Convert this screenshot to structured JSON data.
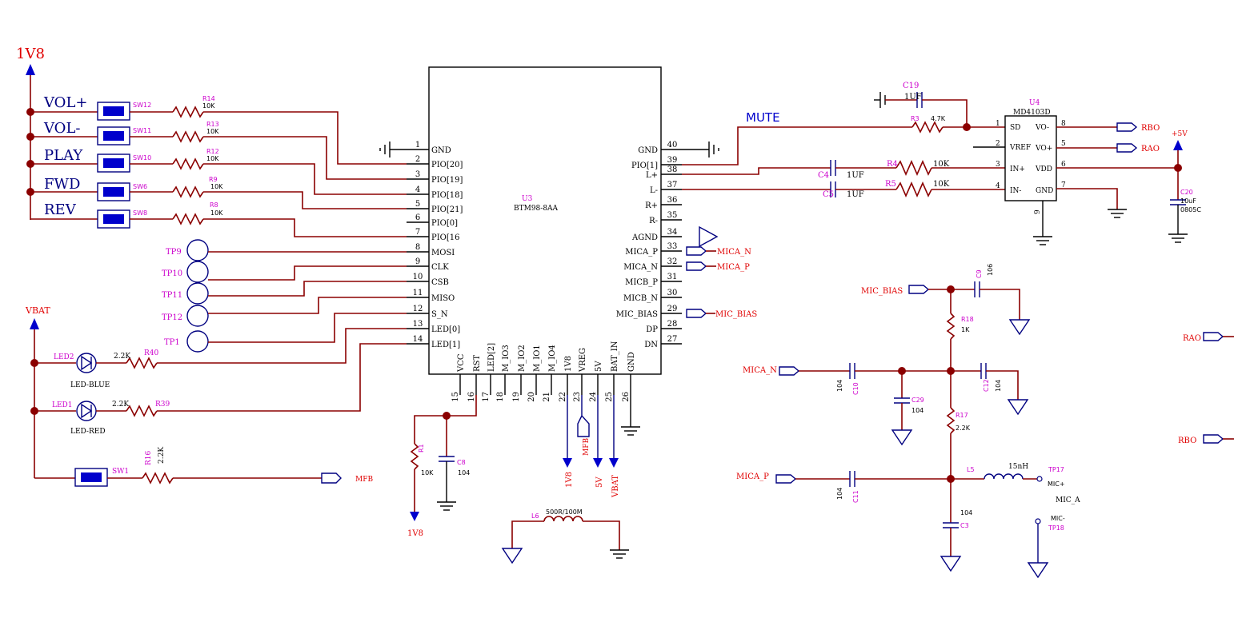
{
  "rails": {
    "v1v8": "1V8",
    "vbat": "VBAT",
    "p5v": "+5V"
  },
  "buttons": [
    {
      "label": "VOL+",
      "sw": "SW12",
      "r": "R14",
      "rv": "10K"
    },
    {
      "label": "VOL-",
      "sw": "SW11",
      "r": "R13",
      "rv": "10K"
    },
    {
      "label": "PLAY",
      "sw": "SW10",
      "r": "R12",
      "rv": "10K"
    },
    {
      "label": "FWD",
      "sw": "SW6",
      "r": "R9",
      "rv": "10K"
    },
    {
      "label": "REV",
      "sw": "SW8",
      "r": "R8",
      "rv": "10K"
    }
  ],
  "tps": [
    "TP9",
    "TP10",
    "TP11",
    "TP12",
    "TP1"
  ],
  "leds": [
    {
      "ref": "LED2",
      "name": "LED-BLUE",
      "r": "R40",
      "rv": "2.2K"
    },
    {
      "ref": "LED1",
      "name": "LED-RED",
      "r": "R39",
      "rv": "2.2K"
    }
  ],
  "sw1": {
    "sw": "SW1",
    "r": "R16",
    "rv": "2.2K",
    "net": "MFB"
  },
  "u3": {
    "ref": "U3",
    "part": "BTM98-8AA",
    "left": [
      {
        "n": "1",
        "s": "GND"
      },
      {
        "n": "2",
        "s": "PIO[20]"
      },
      {
        "n": "3",
        "s": "PIO[19]"
      },
      {
        "n": "4",
        "s": "PIO[18]"
      },
      {
        "n": "5",
        "s": "PIO[21]"
      },
      {
        "n": "6",
        "s": "PIO[0]"
      },
      {
        "n": "7",
        "s": "PIO[16"
      },
      {
        "n": "8",
        "s": "MOSI"
      },
      {
        "n": "9",
        "s": "CLK"
      },
      {
        "n": "10",
        "s": "CSB"
      },
      {
        "n": "11",
        "s": "MISO"
      },
      {
        "n": "12",
        "s": "S_N"
      },
      {
        "n": "13",
        "s": "LED[0]"
      },
      {
        "n": "14",
        "s": "LED[1]"
      }
    ],
    "right": [
      {
        "n": "40",
        "s": "GND"
      },
      {
        "n": "39",
        "s": "PIO[1]"
      },
      {
        "n": "38",
        "s": "L+"
      },
      {
        "n": "37",
        "s": "L-"
      },
      {
        "n": "36",
        "s": "R+"
      },
      {
        "n": "35",
        "s": "R-"
      },
      {
        "n": "34",
        "s": "AGND"
      },
      {
        "n": "33",
        "s": "MICA_P"
      },
      {
        "n": "32",
        "s": "MICA_N"
      },
      {
        "n": "31",
        "s": "MICB_P"
      },
      {
        "n": "30",
        "s": "MICB_N"
      },
      {
        "n": "29",
        "s": "MIC_BIAS"
      },
      {
        "n": "28",
        "s": "DP"
      },
      {
        "n": "27",
        "s": "DN"
      }
    ],
    "bottom": [
      {
        "n": "15",
        "s": "VCC"
      },
      {
        "n": "16",
        "s": "RST"
      },
      {
        "n": "17",
        "s": "LED[2]"
      },
      {
        "n": "18",
        "s": "M_IO3"
      },
      {
        "n": "19",
        "s": "M_IO2"
      },
      {
        "n": "20",
        "s": "M_IO1"
      },
      {
        "n": "21",
        "s": "M_IO4"
      },
      {
        "n": "22",
        "s": "1V8"
      },
      {
        "n": "23",
        "s": "VREG"
      },
      {
        "n": "24",
        "s": "5V"
      },
      {
        "n": "25",
        "s": "BAT_IN"
      },
      {
        "n": "26",
        "s": "GND"
      }
    ]
  },
  "bottom_nets": {
    "v1v8": "1V8",
    "mfb": "MFB",
    "v5": "5V",
    "vbat": "VBAT"
  },
  "r1": {
    "ref": "R1",
    "val": "10K"
  },
  "c8": {
    "ref": "C8",
    "val": "104"
  },
  "l6": {
    "ref": "L6",
    "val": "500R/100M"
  },
  "mute": "MUTE",
  "c19": {
    "ref": "C19",
    "val": "1UF"
  },
  "r3": {
    "ref": "R3",
    "val": "4.7K"
  },
  "c4": {
    "ref": "C4",
    "val": "1UF"
  },
  "c5": {
    "ref": "C5",
    "val": "1UF"
  },
  "r4": {
    "ref": "R4",
    "val": "10K"
  },
  "r5": {
    "ref": "R5",
    "val": "10K"
  },
  "u4": {
    "ref": "U4",
    "part": "MD4103D",
    "left": [
      {
        "n": "1",
        "s": "SD"
      },
      {
        "n": "2",
        "s": "VREF"
      },
      {
        "n": "3",
        "s": "IN+"
      },
      {
        "n": "4",
        "s": "IN-"
      }
    ],
    "right": [
      {
        "n": "8",
        "s": "VO-"
      },
      {
        "n": "5",
        "s": "VO+"
      },
      {
        "n": "6",
        "s": "VDD"
      },
      {
        "n": "7",
        "s": "GND"
      }
    ],
    "bottom": "9"
  },
  "c20": {
    "ref": "C20",
    "val": "10uF",
    "pkg": "0805C"
  },
  "nets": {
    "rbo": "RBO",
    "rao": "RAO",
    "mica_n": "MICA_N",
    "mica_p": "MICA_P",
    "mic_bias": "MIC_BIAS"
  },
  "mic": {
    "c9": {
      "ref": "C9",
      "val": "106"
    },
    "r18": {
      "ref": "R18",
      "val": "1K"
    },
    "c10": {
      "ref": "C10",
      "val": "104"
    },
    "c29": {
      "ref": "C29",
      "val": "104"
    },
    "c12": {
      "ref": "C12",
      "val": "104"
    },
    "r17": {
      "ref": "R17",
      "val": "2.2K"
    },
    "c11": {
      "ref": "C11",
      "val": "104"
    },
    "l5": {
      "ref": "L5",
      "val": "15nH"
    },
    "c3": {
      "ref": "C3",
      "val": "104"
    },
    "tp17": "TP17",
    "micp": "MIC+",
    "mica": "MIC_A",
    "micm": "MIC-",
    "tp18": "TP18"
  }
}
